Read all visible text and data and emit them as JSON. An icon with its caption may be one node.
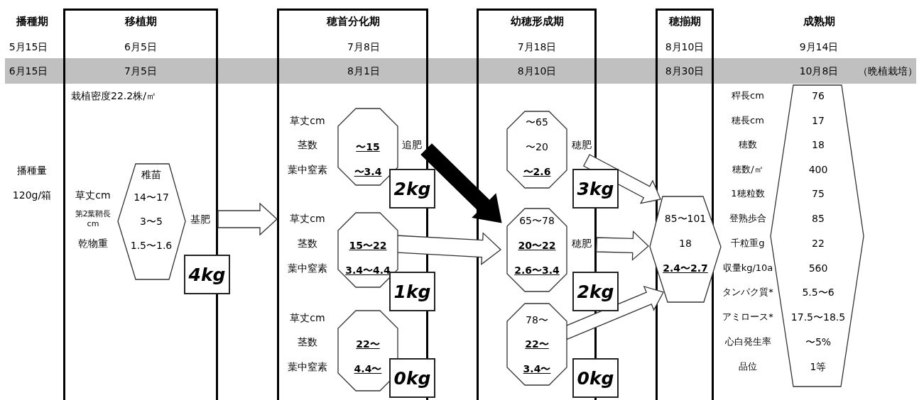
{
  "diagram": {
    "nodes": [
      {
        "text": [
          "移植期",
          "6月5日",
          "7月5日"
        ]
      },
      {
        "text": [
          "稚苗",
          "14〜17",
          "3〜5",
          "1.5〜1.6"
        ],
        "in": 0
      },
      {
        "text": [
          "4kg"
        ]
      },
      {
        "text": [
          "穂首分化期",
          "7月8日",
          "8月1日"
        ]
      },
      {
        "text": [
          "〜15",
          "〜3.4"
        ],
        "in": 3
      },
      {
        "text": [
          "15〜22",
          "3.4〜4.4"
        ],
        "in": 3
      },
      {
        "text": [
          "22〜",
          "4.4〜"
        ],
        "in": 3
      },
      {
        "text": [
          "2kg"
        ]
      },
      {
        "text": [
          "1kg"
        ]
      },
      {
        "text": [
          "0kg"
        ]
      },
      {
        "text": [
          "幼穂形成期",
          "7月18日",
          "8月10日"
        ]
      },
      {
        "text": [
          "〜65",
          "〜20",
          "〜2.6"
        ],
        "in": 10
      },
      {
        "text": [
          "65〜78",
          "20〜22",
          "2.6〜3.4"
        ],
        "in": 10
      },
      {
        "text": [
          "78〜",
          "22〜",
          "3.4〜"
        ],
        "in": 10
      },
      {
        "text": [
          "3kg"
        ]
      },
      {
        "text": [
          "2kg"
        ]
      },
      {
        "text": [
          "0kg"
        ]
      },
      {
        "text": [
          "穂揃期",
          "8月10日",
          "8月30日"
        ]
      },
      {
        "text": [
          "85〜101",
          "18",
          "2.4〜2.7"
        ]
      },
      {
        "text": [
          "76",
          "17",
          "18",
          "400",
          "75",
          "85",
          "22",
          "560",
          "5.5〜6",
          "17.5〜18.5",
          "〜5%",
          "1等"
        ]
      }
    ],
    "edges": [
      {
        "from": 0,
        "to": 3,
        "arrow": "to"
      },
      {
        "from": 4,
        "to": 12,
        "arrow": "to",
        "style": "thick",
        "color": "#000000"
      },
      {
        "from": 5,
        "to": 12,
        "arrow": "to"
      },
      {
        "from": 11,
        "to": 18,
        "arrow": "to"
      },
      {
        "from": 12,
        "to": 18,
        "arrow": "to"
      },
      {
        "from": 13,
        "to": 18,
        "arrow": "to"
      }
    ],
    "labels": [
      "播種期",
      "5月15日",
      "6月15日",
      "成熟期",
      "9月14日",
      "10月8日",
      "（晩植栽培）",
      "栽植密度22.2株/㎡",
      "播種量",
      "120g/箱",
      "草丈cm",
      "第2葉鞘長cm",
      "乾物重",
      "基肥",
      "草丈cm",
      "茎数",
      "葉中窒素",
      "追肥",
      "草丈cm",
      "茎数",
      "葉中窒素",
      "草丈cm",
      "茎数",
      "葉中窒素",
      "穂肥",
      "穂肥",
      "稈長cm",
      "穂長cm",
      "穂数",
      "穂数/㎡",
      "1穂粒数",
      "登熟歩合",
      "千粒重g",
      "収量kg/10a",
      "タンパク質*",
      "アミロース*",
      "心白発生率",
      "品位"
    ]
  }
}
